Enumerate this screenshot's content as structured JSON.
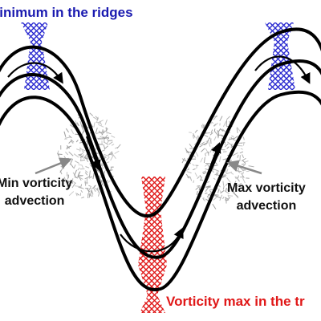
{
  "labels": {
    "ridges_title": "y minimum in the ridges",
    "trough_title": "Vorticity max in the tr",
    "min_advection_line1": "Min vorticity",
    "min_advection_line2": "advection",
    "max_advection_line1": "Max vorticity",
    "max_advection_line2": "advection"
  },
  "colors": {
    "ridge_hatch": "#2a2ad0",
    "trough_hatch": "#e01818",
    "waves": "#000000",
    "scribble": "#9a9a9a",
    "text_dark": "#111111"
  }
}
